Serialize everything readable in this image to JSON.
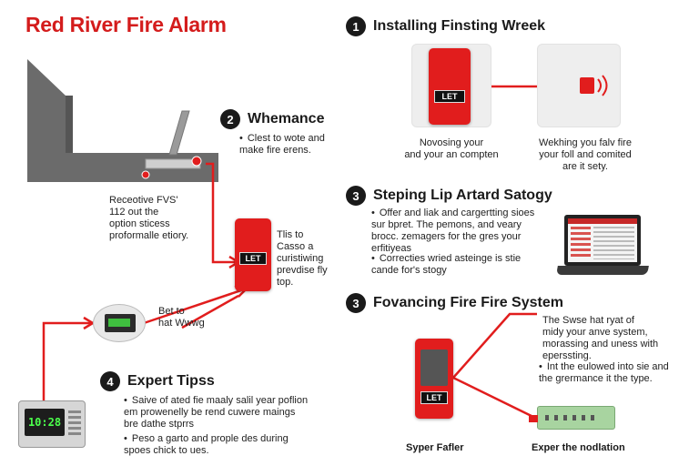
{
  "title": "Red River Fire Alarm",
  "sections": {
    "s1": {
      "num": "1",
      "heading": "Installing Finsting Wreek",
      "caption_left": "Novosing your\nand your an compten",
      "caption_right": "Wekhing you falv fire\nyour foll and comited\nare it sety."
    },
    "s2": {
      "num": "2",
      "heading": "Whemance",
      "bullet": "Clest to wote and\nmake fire erens."
    },
    "s3": {
      "num": "3",
      "heading": "Steping Lip Artard Satogy",
      "bullet1": "Offer and liak and cargertting sioes\nsur bpret. The pemons, and veary\nbrocc. zemagers for the gres your\nerfitiyeas",
      "bullet2": "Correcties wried asteinge is stie\ncande for's stogy"
    },
    "s4": {
      "num": "4",
      "heading": "Expert Tipss",
      "bullet1": "Saive of ated fie maaly salil year poflion\nem prowenelly be rend cuwere maings\nbre dathe stprrs",
      "bullet2": "Peso a garto and prople des during\nspoes chick to ues."
    },
    "s5": {
      "heading": "Fovancing Fire Fire System",
      "text1": "The Swse hat ryat of\nmidy your anve system,\nmorassing and uness with\neperssting.",
      "bullet": "Int the eulowed into sie and\nthe grermance it the type.",
      "caption_left": "Syper Fafler",
      "caption_right": "Exper the nodlation"
    }
  },
  "left": {
    "receptive_text": "Receotive FVS'\n112 out the\noption sticess\nproformalle etiory.",
    "panel_note": "Tlis to\nCasso a\ncuristiwing\nprevdise fly\ntop.",
    "device_note": "Bet to\nhat Wwwg",
    "lcd_label": "LET",
    "clock_value": "10:28"
  },
  "colors": {
    "brand_red": "#e11d1d",
    "title_red": "#d41c1c",
    "dark": "#1a1a1a"
  }
}
